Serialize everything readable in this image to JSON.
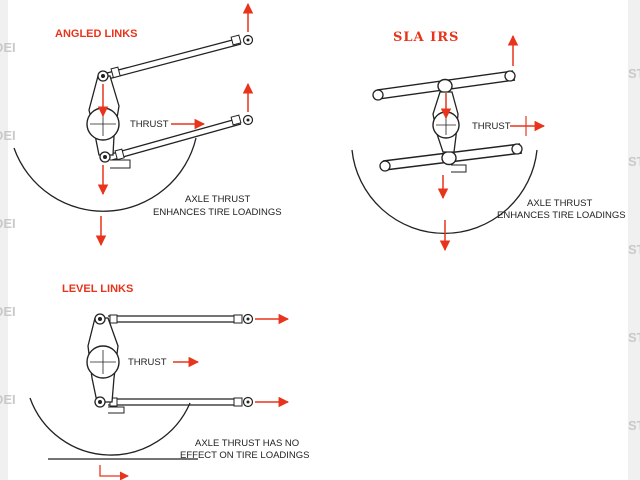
{
  "colors": {
    "arrow": "#e8341c",
    "line": "#222222",
    "background": "#ffffff",
    "watermark": "#c9c9c9"
  },
  "watermark": {
    "left": "DEI",
    "right": "ST"
  },
  "panels": {
    "angled": {
      "title": "ANGLED LINKS",
      "thrust": "THRUST",
      "note_line1": "AXLE THRUST",
      "note_line2": "ENHANCES TIRE LOADINGS"
    },
    "sla": {
      "title": "SLA IRS",
      "thrust": "THRUST",
      "note_line1": "AXLE THRUST",
      "note_line2": "ENHANCES TIRE LOADINGS"
    },
    "level": {
      "title": "LEVEL LINKS",
      "thrust": "THRUST",
      "note_line1": "AXLE THRUST HAS NO",
      "note_line2": "EFFECT ON TIRE LOADINGS"
    }
  }
}
